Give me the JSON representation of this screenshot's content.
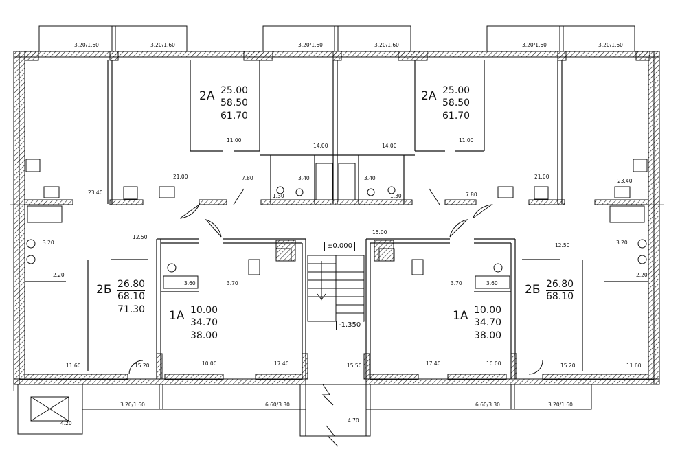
{
  "units": [
    {
      "code": "2А",
      "living": "25.00",
      "total": "58.50",
      "full": "61.70"
    },
    {
      "code": "2А",
      "living": "25.00",
      "total": "58.50",
      "full": "61.70"
    },
    {
      "code": "2Б",
      "living": "26.80",
      "total": "68.10",
      "full": "71.30"
    },
    {
      "code": "1А",
      "living": "10.00",
      "total": "34.70",
      "full": "38.00"
    },
    {
      "code": "1А",
      "living": "10.00",
      "total": "34.70",
      "full": "38.00"
    },
    {
      "code": "2Б",
      "living": "26.80",
      "total": "68.10",
      "full": ""
    }
  ],
  "balcony_labels": [
    "3.20/1.60",
    "3.20/1.60",
    "3.20/1.60",
    "3.20/1.60",
    "3.20/1.60",
    "3.20/1.60",
    "3.20/1.60",
    "6.60/3.30",
    "6.60/3.30",
    "3.20/1.60"
  ],
  "room_areas": [
    "11.00",
    "14.00",
    "14.00",
    "11.00",
    "21.00",
    "21.00",
    "7.80",
    "3.40",
    "3.40",
    "1.30",
    "1.30",
    "7.80",
    "23.40",
    "23.40",
    "12.50",
    "15.00",
    "12.50",
    "3.20",
    "3.20",
    "2.20",
    "2.20",
    "3.70",
    "3.60",
    "3.70",
    "3.60",
    "11.60",
    "15.20",
    "10.00",
    "17.40",
    "15.50",
    "17.40",
    "10.00",
    "15.20",
    "11.60",
    "4.20",
    "4.70"
  ],
  "level_marks": {
    "upper": "±0.000",
    "lower": "-1.350"
  },
  "colors": {
    "line": "#111111",
    "hatch": "#222222",
    "background": "#ffffff"
  }
}
